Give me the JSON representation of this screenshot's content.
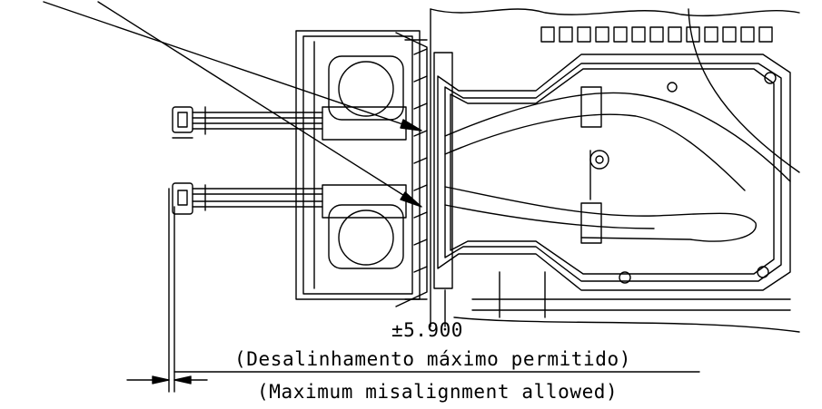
{
  "dimension": {
    "value": "±5.900",
    "label_pt": "(Desalinhamento máximo permitido)",
    "label_en": "(Maximum misalignment allowed)"
  },
  "colors": {
    "line": "#000000",
    "background": "#ffffff"
  }
}
